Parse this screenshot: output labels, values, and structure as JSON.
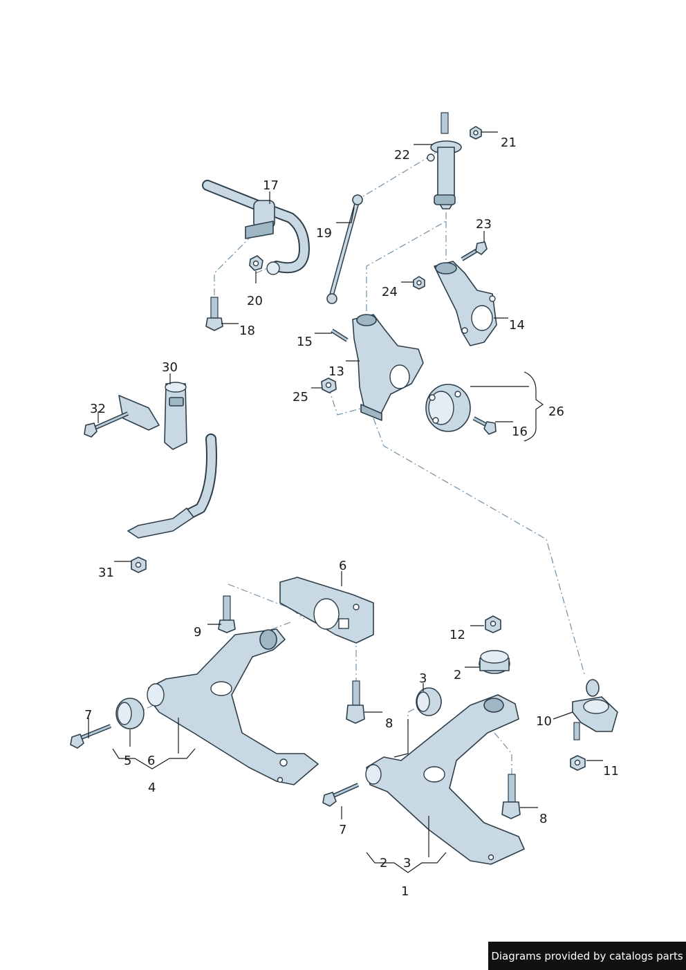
{
  "callouts": {
    "c1": "1",
    "c2a": "2",
    "c2b": "2",
    "c3a": "3",
    "c3b": "3",
    "c4": "4",
    "c5": "5",
    "c6a": "6",
    "c6b": "6",
    "c7a": "7",
    "c7b": "7",
    "c8a": "8",
    "c8b": "8",
    "c9": "9",
    "c10": "10",
    "c11": "11",
    "c12": "12",
    "c13": "13",
    "c14": "14",
    "c15": "15",
    "c16": "16",
    "c17": "17",
    "c18": "18",
    "c19": "19",
    "c20": "20",
    "c21": "21",
    "c22": "22",
    "c23": "23",
    "c24": "24",
    "c25": "25",
    "c26": "26",
    "c30": "30",
    "c31": "31",
    "c32": "32"
  },
  "footer": {
    "credit": "Diagrams provided by catalogs parts"
  }
}
